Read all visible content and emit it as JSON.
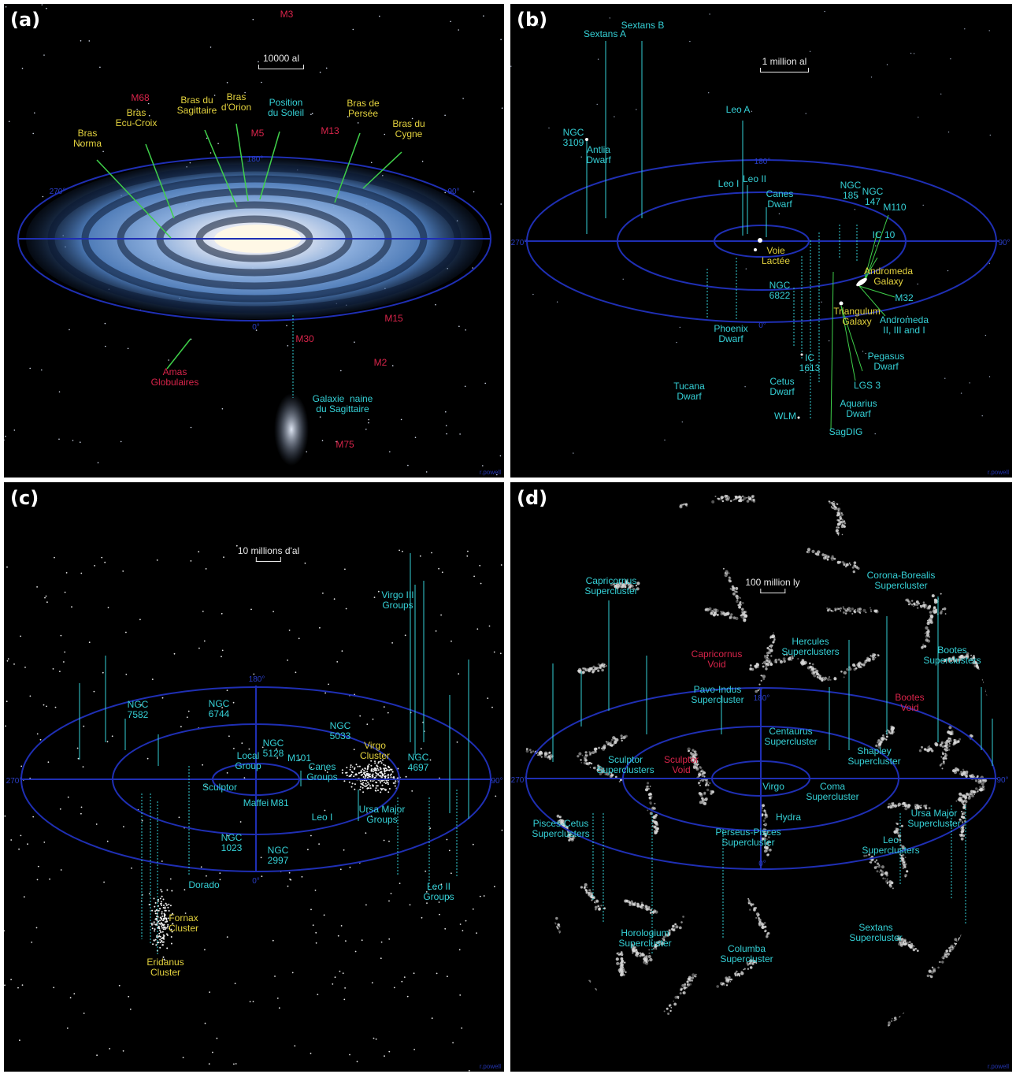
{
  "panels": {
    "a": {
      "tag": "(a)",
      "scale": "10000 al",
      "credit": "r.powell",
      "axis": {
        "top": "180°",
        "left": "270°",
        "right": "90°",
        "bottom": "0°"
      },
      "arms": {
        "norma": "Bras\nNorma",
        "ecu": "Bras\nEcu-Croix",
        "sag": "Bras du\nSagittaire",
        "orion": "Bras\nd'Orion",
        "perseus": "Bras de\nPersée",
        "cygnus": "Bras du\nCygne"
      },
      "sun": "Position\ndu Soleil",
      "globular": "Amas\nGlobulaires",
      "dwarf": "Galaxie  naine\ndu Sagittaire",
      "clusters": {
        "m3": "M3",
        "m68": "M68",
        "m5": "M5",
        "m13": "M13",
        "m15": "M15",
        "m30": "M30",
        "m2": "M2",
        "m75": "M75"
      }
    },
    "b": {
      "tag": "(b)",
      "scale": "1 million al",
      "credit": "r.powell",
      "axis": {
        "top": "180°",
        "left": "270°",
        "right": "90°",
        "bottom": "0°"
      },
      "labels": {
        "sextansA": "Sextans A",
        "sextansB": "Sextans B",
        "ngc3109": "NGC\n3109",
        "antlia": "Antlia\nDwarf",
        "leoA": "Leo A",
        "leoI": "Leo I",
        "leoII": "Leo II",
        "canes": "Canes\nDwarf",
        "ngc185": "NGC\n185",
        "ngc147": "NGC\n147",
        "m110": "M110",
        "ic10": "IC 10",
        "andromeda": "Andromeda\nGalaxy",
        "m32": "M32",
        "triangulum": "Triangulum\nGalaxy",
        "andII": "Andromeda\nII, III and I",
        "ngc6822": "NGC\n6822",
        "phoenix": "Phoenix\nDwarf",
        "pegasus": "Pegasus\nDwarf",
        "ic1613": "IC\n1613",
        "lgs3": "LGS 3",
        "tucana": "Tucana\nDwarf",
        "cetus": "Cetus\nDwarf",
        "aquarius": "Aquarius\nDwarf",
        "wlm": "WLM",
        "sagdig": "SagDIG",
        "milky": "Voie\nLactée"
      }
    },
    "c": {
      "tag": "(c)",
      "scale": "10 millions d'al",
      "credit": "r.powell",
      "axis": {
        "top": "180°",
        "left": "270°",
        "right": "90°",
        "bottom": "0°"
      },
      "labels": {
        "virgoIII": "Virgo III\nGroups",
        "ngc7582": "NGC\n7582",
        "ngc6744": "NGC\n6744",
        "ngc5033": "NGC\n5033",
        "virgo": "Virgo\nCluster",
        "ngc4697": "NGC\n4697",
        "local": "Local\nGroup",
        "ngc5128": "NGC\n5128",
        "m101": "M101",
        "canes": "Canes\nGroups",
        "sculptor": "Sculptor",
        "maffei": "Maffei",
        "m81": "M81",
        "leoI": "Leo I",
        "ursa": "Ursa Major\nGroups",
        "ngc1023": "NGC\n1023",
        "ngc2997": "NGC\n2997",
        "dorado": "Dorado",
        "leoII": "Leo II\nGroups",
        "fornax": "Fornax\nCluster",
        "eridanus": "Eridanus\nCluster"
      }
    },
    "d": {
      "tag": "(d)",
      "scale": "100 million ly",
      "credit": "r.powell",
      "axis": {
        "top": "180°",
        "left": "270°",
        "right": "90°",
        "bottom": "0°"
      },
      "labels": {
        "capricornusS": "Capricornus\nSupercluster",
        "coronaS": "Corona-Borealis\nSupercluster",
        "capricornusV": "Capricornus\nVoid",
        "hercules": "Hercules\nSuperclusters",
        "bootesS": "Bootes\nSuperclusters",
        "pavo": "Pavo-Indus\nSupercluster",
        "bootesV": "Bootes\nVoid",
        "centaurus": "Centaurus\nSupercluster",
        "shapley": "Shapley\nSupercluster",
        "sculptorS": "Sculptor\nSuperclusters",
        "sculptorV": "Sculptor\nVoid",
        "virgo": "Virgo",
        "coma": "Coma\nSupercluster",
        "hydra": "Hydra",
        "ursa": "Ursa Major\nSupercluster",
        "pisces": "Pisces-Cetus\nSuperclusters",
        "perseus": "Perseus-Pisces\nSupercluster",
        "leo": "Leo\nSuperclusters",
        "horologium": "Horologium\nSupercluster",
        "sextans": "Sextans\nSupercluster",
        "columba": "Columba\nSupercluster"
      }
    }
  },
  "colors": {
    "ring": "#1f2fb4",
    "cyan": "#35d0d6",
    "yellow": "#e3d23e",
    "red": "#d8244a",
    "green": "#3fd04a"
  }
}
